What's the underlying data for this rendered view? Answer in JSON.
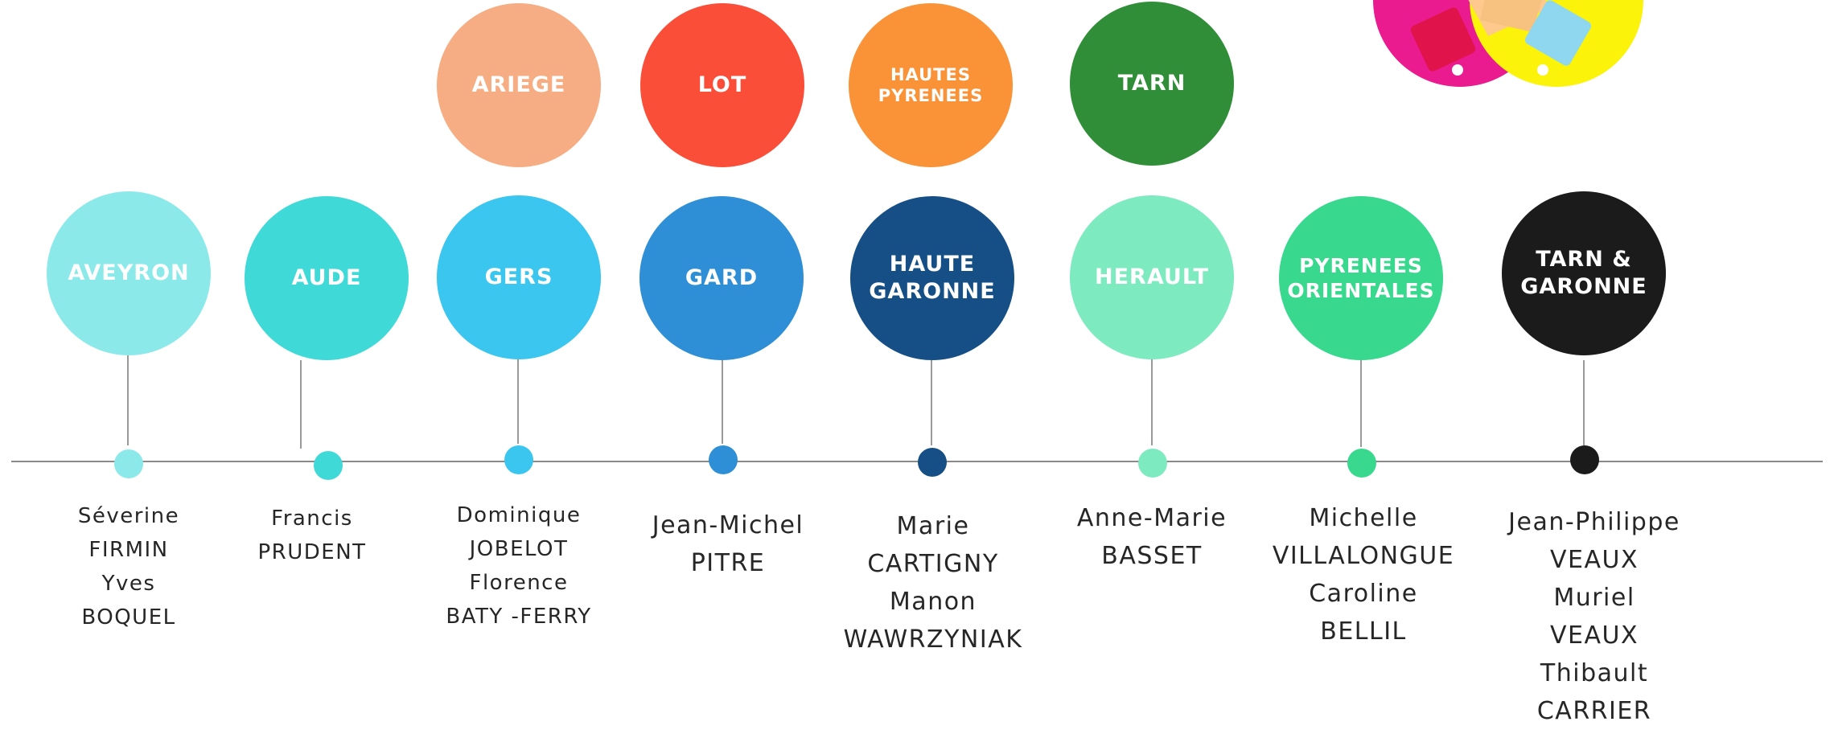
{
  "colors": {
    "aveyron": "#8ce9e9",
    "aude": "#3fd9d7",
    "gers": "#3ac6ee",
    "gard": "#2e8fd6",
    "haute_garonne": "#154f86",
    "herault": "#7deac0",
    "pyrenees_orientales": "#38d88e",
    "tarn_garonne": "#1b1b1b",
    "ariege": "#f6ad84",
    "lot": "#fb4e38",
    "hautes_pyrenees": "#fa9338",
    "tarn": "#2f8e37",
    "logo_magenta": "#ea1b8e",
    "logo_yellow": "#fbf30a"
  },
  "departments": [
    {
      "label": "AVEYRON",
      "names": [
        "Séverine",
        "FIRMIN",
        "Yves",
        "BOQUEL"
      ]
    },
    {
      "label": "AUDE",
      "names": [
        "Francis",
        "PRUDENT"
      ]
    },
    {
      "label": "GERS",
      "names": [
        "Dominique",
        "JOBELOT",
        "Florence",
        "BATY -FERRY"
      ]
    },
    {
      "label": "GARD",
      "names": [
        "Jean-Michel",
        "PITRE"
      ]
    },
    {
      "label_lines": [
        "HAUTE",
        "GARONNE"
      ],
      "names": [
        "Marie",
        "CARTIGNY",
        "Manon",
        "WAWRZYNIAK"
      ]
    },
    {
      "label": "HERAULT",
      "names": [
        "Anne-Marie",
        "BASSET"
      ]
    },
    {
      "label_lines": [
        "PYRENEES",
        "ORIENTALES"
      ],
      "names": [
        "Michelle",
        "VILLALONGUE",
        "Caroline",
        "BELLIL"
      ]
    },
    {
      "label_lines": [
        "TARN &",
        "GARONNE"
      ],
      "names": [
        "Jean-Philippe",
        "VEAUX",
        "Muriel",
        "VEAUX",
        "Thibault",
        "CARRIER"
      ]
    }
  ],
  "top_departments": [
    {
      "label": "ARIEGE"
    },
    {
      "label": "LOT"
    },
    {
      "label_lines": [
        "HAUTES",
        "PYRENEES"
      ]
    },
    {
      "label": "TARN"
    }
  ]
}
